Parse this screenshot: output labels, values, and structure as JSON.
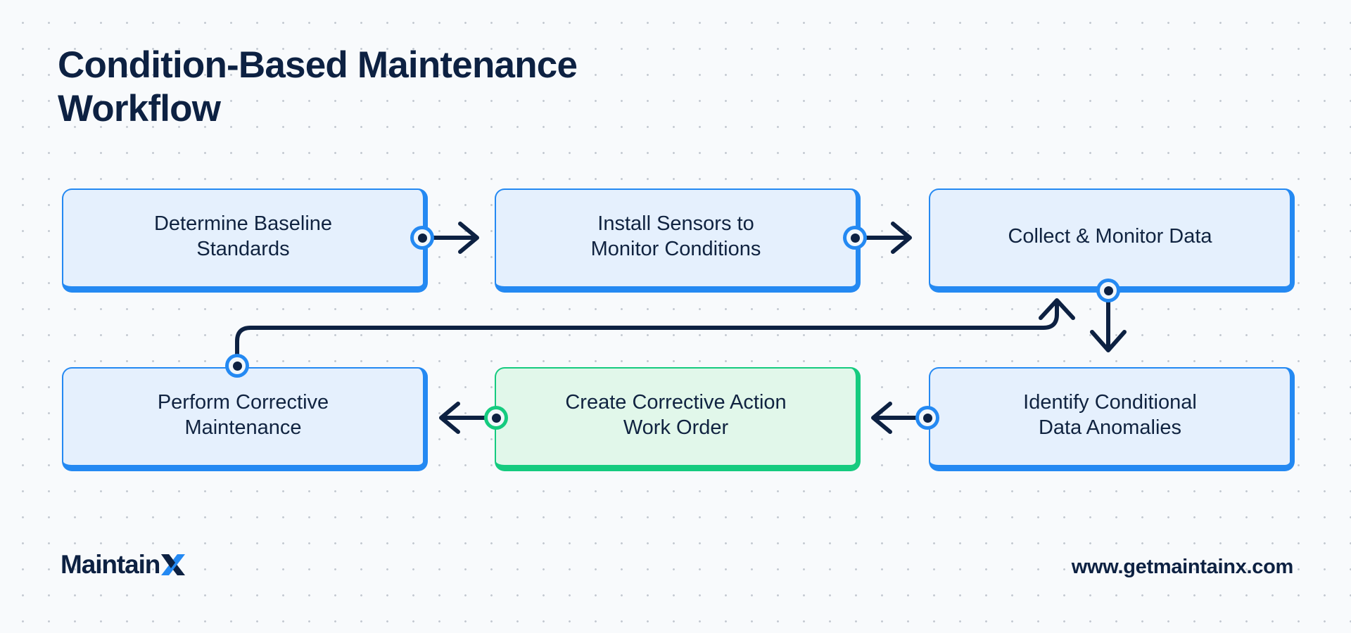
{
  "page": {
    "title": "Condition-Based Maintenance\nWorkflow",
    "background_color": "#f8fafc",
    "dot_grid_color": "#c3c9d1"
  },
  "theme": {
    "navy": "#0d2142",
    "blue": "#2489f2",
    "blue_fill": "#e5f0fd",
    "green": "#15cb7f",
    "green_fill": "#e1f7ea"
  },
  "flow": {
    "nodes": [
      {
        "id": "determine-baseline-standards",
        "label": "Determine Baseline\nStandards",
        "color": "blue"
      },
      {
        "id": "install-sensors",
        "label": "Install Sensors to\nMonitor Conditions",
        "color": "blue"
      },
      {
        "id": "collect-monitor-data",
        "label": "Collect & Monitor Data",
        "color": "blue"
      },
      {
        "id": "identify-anomalies",
        "label": "Identify Conditional\nData Anomalies",
        "color": "blue"
      },
      {
        "id": "create-work-order",
        "label": "Create Corrective Action\nWork Order",
        "color": "green"
      },
      {
        "id": "perform-maintenance",
        "label": "Perform Corrective\nMaintenance",
        "color": "blue"
      }
    ],
    "connectors": [
      {
        "id": "baseline-to-sensors",
        "from": "determine-baseline-standards",
        "to": "install-sensors",
        "direction": "right",
        "dot_color": "blue"
      },
      {
        "id": "sensors-to-collect",
        "from": "install-sensors",
        "to": "collect-monitor-data",
        "direction": "right",
        "dot_color": "blue"
      },
      {
        "id": "collect-to-anomalies",
        "from": "collect-monitor-data",
        "to": "identify-anomalies",
        "direction": "down",
        "dot_color": "blue"
      },
      {
        "id": "anomalies-to-workorder",
        "from": "identify-anomalies",
        "to": "create-work-order",
        "direction": "left",
        "dot_color": "blue"
      },
      {
        "id": "workorder-to-maintenance",
        "from": "create-work-order",
        "to": "perform-maintenance",
        "direction": "left",
        "dot_color": "green"
      },
      {
        "id": "maintenance-to-collect-feedback",
        "from": "perform-maintenance",
        "to": "collect-monitor-data",
        "direction": "loop-up-right",
        "dot_color": "blue"
      }
    ]
  },
  "footer": {
    "brand_name": "Maintain",
    "brand_mark": "X",
    "website": "www.getmaintainx.com"
  }
}
